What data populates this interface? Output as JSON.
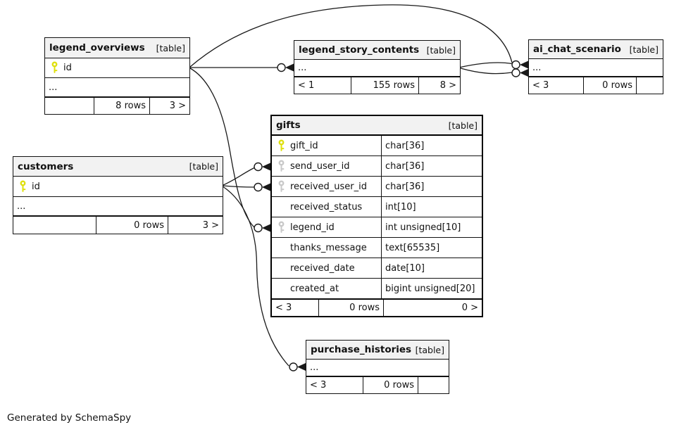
{
  "colors": {
    "primaryKey": "#dfe00e",
    "foreignKey": "#c9c9c9",
    "headerBg": "#f2f2f2",
    "border": "#111111"
  },
  "footer_note": "Generated by SchemaSpy",
  "tables": {
    "legend_overviews": {
      "name": "legend_overviews",
      "tag": "[table]",
      "columns": [
        {
          "name": "id",
          "key": "primary"
        }
      ],
      "ellipsis": "...",
      "footer": {
        "l": "",
        "c": "8 rows",
        "r": "3 >"
      }
    },
    "legend_story_contents": {
      "name": "legend_story_contents",
      "tag": "[table]",
      "ellipsis": "...",
      "footer": {
        "l": "< 1",
        "c": "155 rows",
        "r": "8 >"
      }
    },
    "ai_chat_scenario": {
      "name": "ai_chat_scenario",
      "tag": "[table]",
      "ellipsis": "...",
      "footer": {
        "l": "< 3",
        "c": "0 rows",
        "r": ""
      }
    },
    "customers": {
      "name": "customers",
      "tag": "[table]",
      "columns": [
        {
          "name": "id",
          "key": "primary"
        }
      ],
      "ellipsis": "...",
      "footer": {
        "l": "",
        "c": "0 rows",
        "r": "3 >"
      }
    },
    "gifts": {
      "name": "gifts",
      "tag": "[table]",
      "columns": [
        {
          "name": "gift_id",
          "type": "char[36]",
          "key": "primary"
        },
        {
          "name": "send_user_id",
          "type": "char[36]",
          "key": "foreign"
        },
        {
          "name": "received_user_id",
          "type": "char[36]",
          "key": "foreign"
        },
        {
          "name": "received_status",
          "type": "int[10]",
          "key": ""
        },
        {
          "name": "legend_id",
          "type": "int unsigned[10]",
          "key": "foreign"
        },
        {
          "name": "thanks_message",
          "type": "text[65535]",
          "key": ""
        },
        {
          "name": "received_date",
          "type": "date[10]",
          "key": ""
        },
        {
          "name": "created_at",
          "type": "bigint unsigned[20]",
          "key": ""
        }
      ],
      "footer": {
        "l": "< 3",
        "c": "0 rows",
        "r": "0 >"
      }
    },
    "purchase_histories": {
      "name": "purchase_histories",
      "tag": "[table]",
      "ellipsis": "...",
      "footer": {
        "l": "< 3",
        "c": "0 rows",
        "r": ""
      }
    }
  },
  "relationships": [
    {
      "from": "legend_overviews.id",
      "to": "legend_story_contents"
    },
    {
      "from": "legend_overviews.id",
      "to": "ai_chat_scenario"
    },
    {
      "from": "legend_story_contents",
      "to": "ai_chat_scenario"
    },
    {
      "from": "legend_story_contents",
      "to": "ai_chat_scenario"
    },
    {
      "from": "legend_overviews.id",
      "to": "gifts.legend_id"
    },
    {
      "from": "customers.id",
      "to": "gifts.send_user_id"
    },
    {
      "from": "customers.id",
      "to": "gifts.received_user_id"
    },
    {
      "from": "customers.id",
      "to": "purchase_histories"
    }
  ]
}
